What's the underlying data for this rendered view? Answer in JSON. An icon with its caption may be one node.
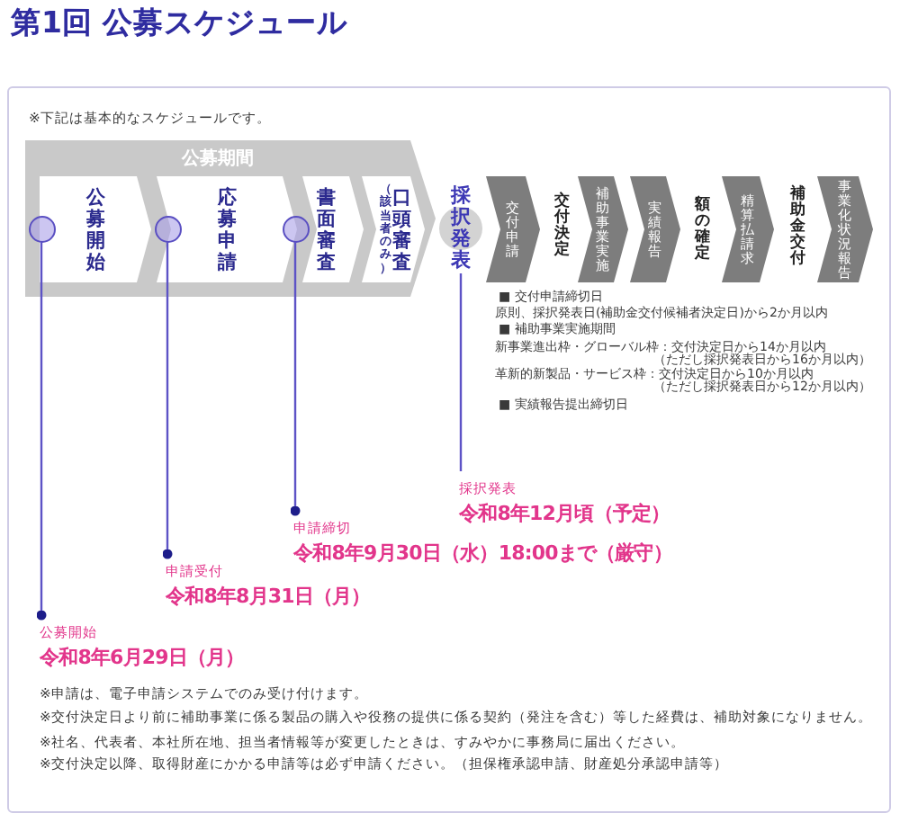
{
  "diagram": {
    "title": "第1回 公募スケジュール",
    "nodes": [
      {
        "text": [
          "公募期間"
        ]
      },
      {
        "text": [
          "公募開始"
        ],
        "in": 0
      },
      {
        "text": [
          "応募申請"
        ],
        "in": 0
      },
      {
        "text": [
          "書面審査"
        ],
        "in": 0
      },
      {
        "text": [
          "（該当者のみ）",
          "口頭審査"
        ],
        "in": 0
      },
      {
        "text": [],
        "shape": "circle",
        "in": 0
      },
      {
        "text": [],
        "shape": "circle",
        "in": 2
      },
      {
        "text": [],
        "shape": "circle",
        "in": 0
      },
      {
        "text": [
          "採択発表"
        ]
      },
      {
        "text": [
          "交付申請"
        ]
      },
      {
        "text": [
          "補助事業実施"
        ]
      },
      {
        "text": [
          "実績報告"
        ]
      },
      {
        "text": [
          "精算払請求"
        ]
      },
      {
        "text": [
          "事業化状況報告"
        ]
      },
      {
        "text": [
          "採択発表",
          "令和8年12月頃（予定）"
        ]
      },
      {
        "text": [
          "申請締切",
          "令和8年9月30日（水）18:00まで（厳守）"
        ]
      },
      {
        "text": [
          "申請受付",
          "令和8年8月31日（月）"
        ]
      },
      {
        "text": [
          "公募開始",
          "令和8年6月29日（月）"
        ]
      }
    ],
    "edges": [
      {
        "from": 17,
        "to": 5,
        "arrow": "other"
      },
      {
        "from": 16,
        "to": 6,
        "arrow": "other"
      },
      {
        "from": 15,
        "to": 7,
        "arrow": "other"
      },
      {
        "from": 14,
        "to": 8,
        "arrow": "none"
      }
    ],
    "labels": [
      "※下記は基本的なスケジュールです。",
      "交付決定",
      "額の確定",
      "補助金交付",
      "■ 交付申請締切日",
      "原則、採択発表日(補助金交付候補者決定日)から2か月以内",
      "■ 補助事業実施期間",
      "新事業進出枠・グローバル枠：交付決定日から14か月以内",
      "（ただし採択発表日から16か月以内）",
      "革新的新製品・サービス枠：交付決定日から10か月以内",
      "（ただし採択発表日から12か月以内）",
      "■ 実績報告提出締切日",
      "※申請は、電子申請システムでのみ受け付けます。",
      "※交付決定日より前に補助事業に係る製品の購入や役務の提供に係る契約（発注を含む）等した経費は、補助対象になりません。",
      "※社名、代表者、本社所在地、担当者情報等が変更したときは、すみやかに事務局に届出ください。",
      "※交付決定以降、取得財産にかかる申請等は必ず申請ください。（担保権承認申請、財産処分承認申請等）"
    ]
  }
}
